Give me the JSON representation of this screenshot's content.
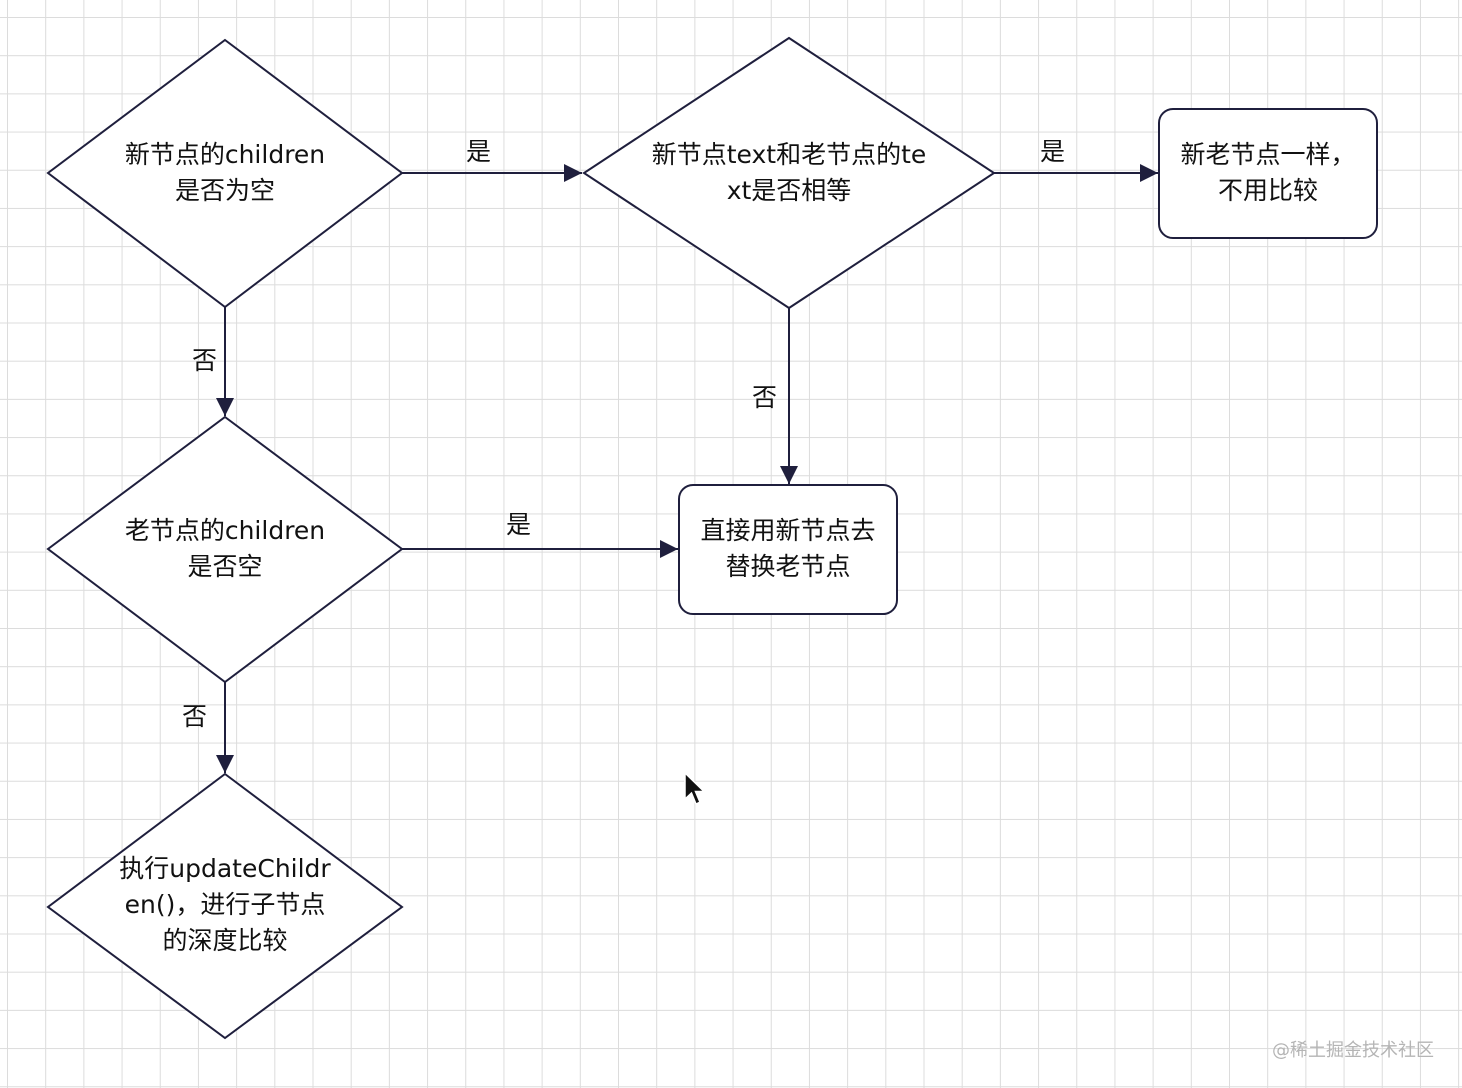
{
  "diagram": {
    "nodes": {
      "q_new_children_empty": {
        "label": "新节点的children是否为空"
      },
      "q_text_equal": {
        "label": "新节点text和老节点的text是否相等"
      },
      "r_same": {
        "label": "新老节点一样，不用比较"
      },
      "q_old_children_empty": {
        "label": "老节点的children是否空"
      },
      "r_replace": {
        "label": "直接用新节点去替换老节点"
      },
      "r_update_children": {
        "label": "执行updateChildren()，进行子节点的深度比较"
      }
    },
    "edges": {
      "e1": {
        "label": "是"
      },
      "e2": {
        "label": "是"
      },
      "e3": {
        "label": "否"
      },
      "e4": {
        "label": "否"
      },
      "e5": {
        "label": "是"
      },
      "e6": {
        "label": "否"
      }
    }
  },
  "watermark": "@稀土掘金技术社区",
  "colors": {
    "stroke": "#1f1f3d",
    "grid": "#dcdcdc",
    "text": "#111111"
  },
  "icons": {
    "cursor": "mouse-pointer-icon"
  }
}
